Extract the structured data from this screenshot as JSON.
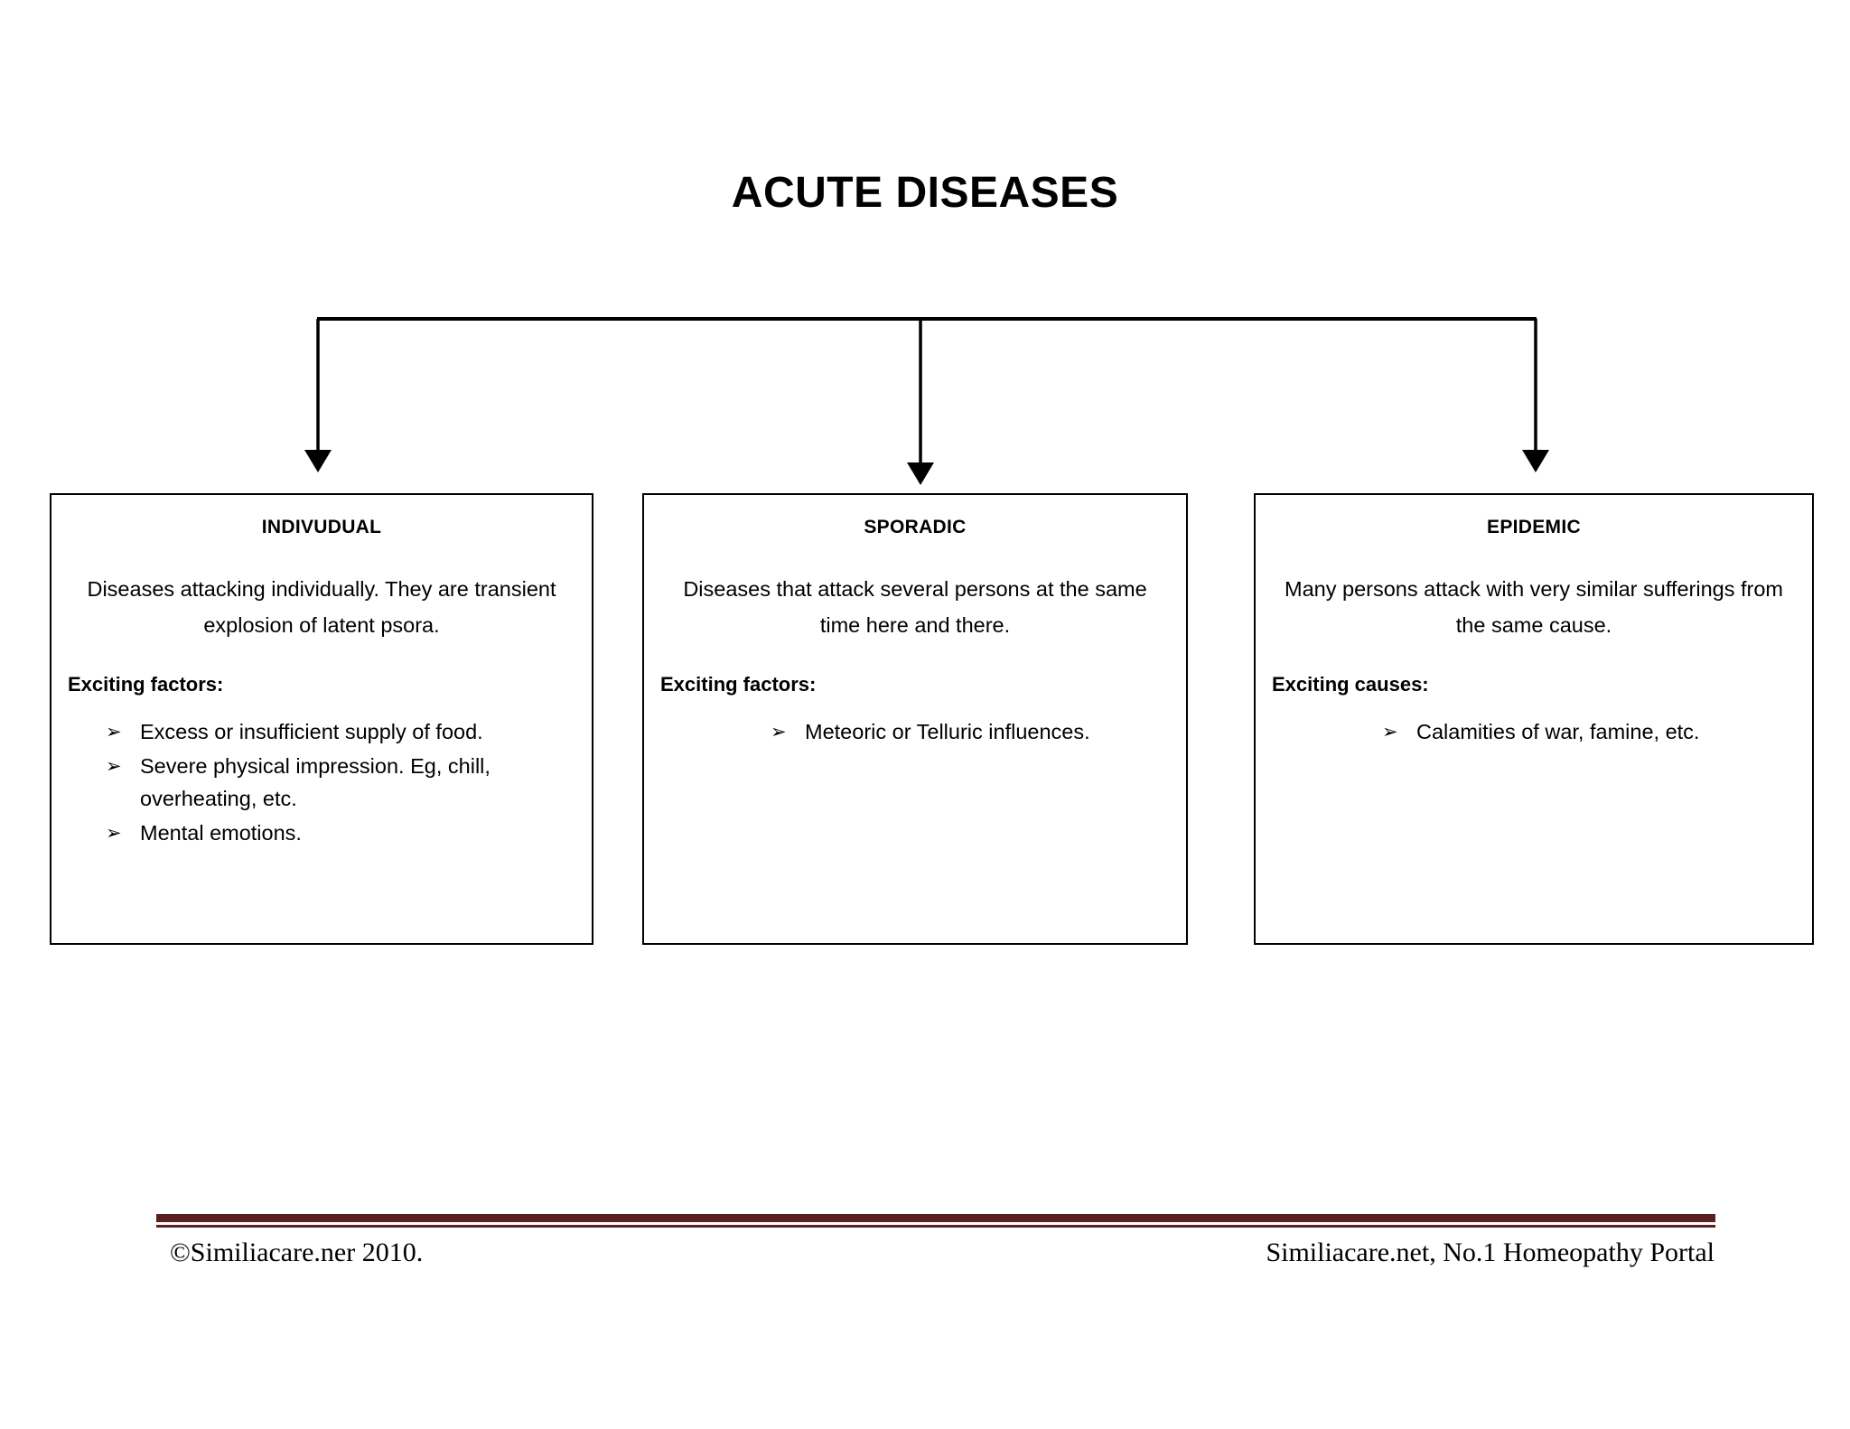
{
  "page": {
    "title": "ACUTE DISEASES"
  },
  "diagram": {
    "type": "hierarchy",
    "root_label": "ACUTE DISEASES",
    "connector": {
      "style": "orthogonal-down-arrows",
      "color": "#000000",
      "branch_count": 3
    },
    "nodes": [
      {
        "heading": "INDIVUDUAL",
        "description": "Diseases attacking individually. They are transient explosion of latent psora.",
        "factors_label": "Exciting factors:",
        "bullet_glyph": "➢",
        "items": [
          "Excess or insufficient supply of food.",
          "Severe physical impression. Eg, chill, overheating, etc.",
          "Mental emotions."
        ]
      },
      {
        "heading": "SPORADIC",
        "description": "Diseases that attack several persons at the same time here and there.",
        "factors_label": "Exciting factors:",
        "bullet_glyph": "➢",
        "items": [
          "Meteoric or Telluric influences."
        ]
      },
      {
        "heading": "EPIDEMIC",
        "description": "Many persons attack with very similar sufferings from the same cause.",
        "factors_label": "Exciting causes:",
        "bullet_glyph": "➢",
        "items": [
          "Calamities of war, famine, etc."
        ]
      }
    ]
  },
  "footer": {
    "left": "©Similiacare.ner 2010.",
    "right": "Similiacare.net, No.1 Homeopathy Portal",
    "rule_color": "#5C1F1F"
  }
}
